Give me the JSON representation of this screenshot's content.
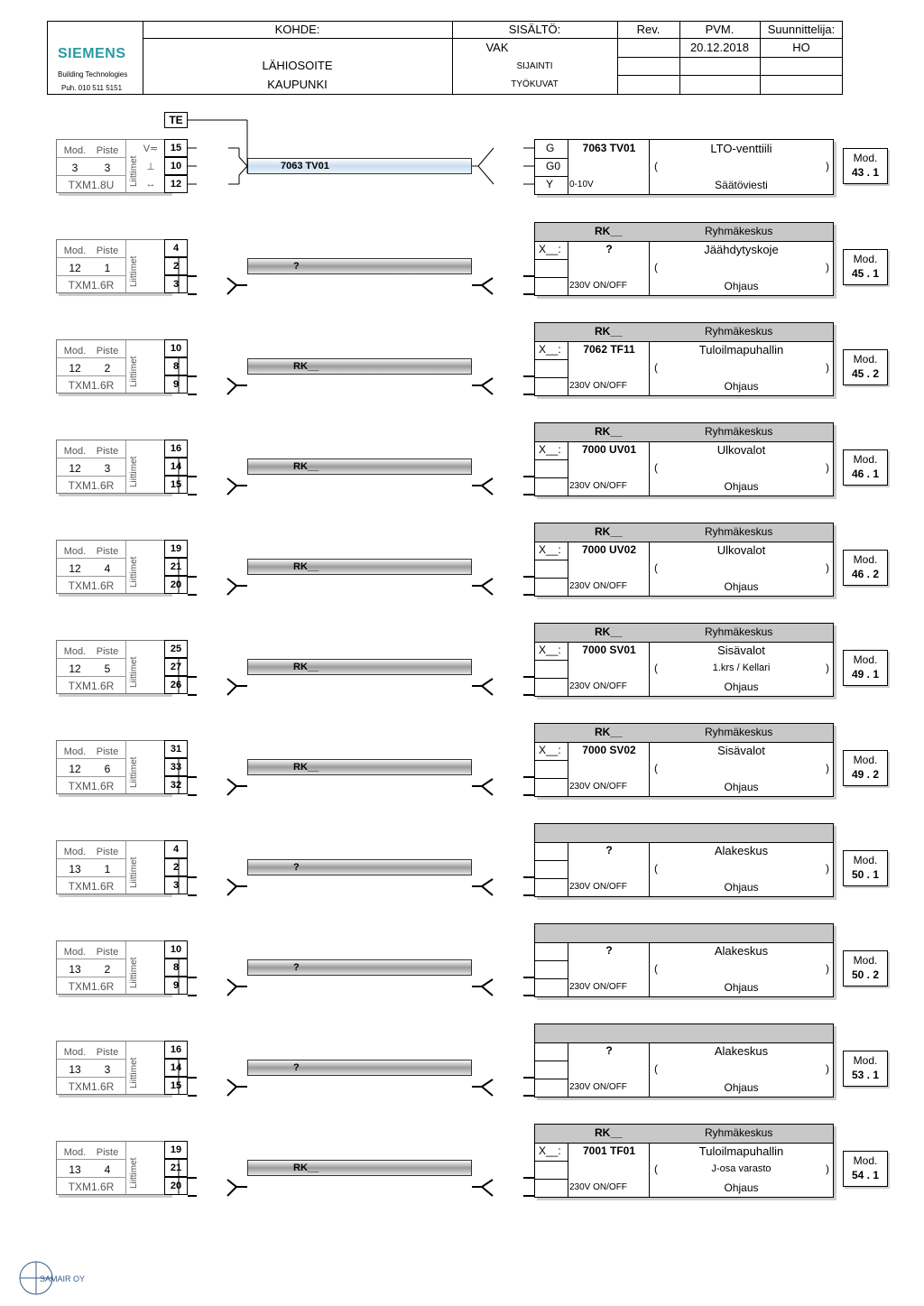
{
  "title_block": {
    "logo": "SIEMENS",
    "company": "Building Technologies",
    "phone": "Puh. 010 511 5151",
    "kohde_label": "KOHDE:",
    "address": "LÄHIOSOITE",
    "city": "KAUPUNKI",
    "sisalto_label": "SISÄLTÖ:",
    "system": "VAK",
    "sijainti": "SIJAINTI",
    "tyokuvat": "TYÖKUVAT",
    "rev_label": "Rev.",
    "pvm_label": "PVM.",
    "date": "20.12.2018",
    "designer_label": "Suunnittelija:",
    "designer": "HO"
  },
  "te_label": "TE",
  "labels": {
    "mod": "Mod.",
    "piste": "Piste",
    "littimet": "Liittimet",
    "rk_header": "RK__",
    "ryhmakeskus": "Ryhmäkeskus",
    "x_term": "X__:",
    "paren_open": "(",
    "paren_close": ")"
  },
  "rows": [
    {
      "mod": "3",
      "piste": "3",
      "type": "TXM1.8U",
      "terminals": [
        "15",
        "10",
        "12"
      ],
      "symbols": [
        "V≂",
        "⊥",
        "↔"
      ],
      "cable": "7063 TV01",
      "dev_header": false,
      "dev_header_left": "",
      "dev_header_right": "",
      "pins": [
        "G",
        "G0",
        "Y"
      ],
      "code": "7063 TV01",
      "name": "LTO-venttiili",
      "desc": "",
      "signal": "0-10V",
      "function": "Säätöviesti",
      "ref_mod": "Mod.",
      "ref": "43 . 1"
    },
    {
      "mod": "12",
      "piste": "1",
      "type": "TXM1.6R",
      "terminals": [
        "4",
        "2",
        "3"
      ],
      "cable": "?",
      "dev_header": true,
      "dev_header_left": "RK__",
      "dev_header_right": "Ryhmäkeskus",
      "pins": [
        "X__:",
        "",
        ""
      ],
      "code": "?",
      "name": "Jäähdytyskoje",
      "desc": "",
      "signal": "230V ON/OFF",
      "function": "Ohjaus",
      "ref_mod": "Mod.",
      "ref": "45 . 1"
    },
    {
      "mod": "12",
      "piste": "2",
      "type": "TXM1.6R",
      "terminals": [
        "10",
        "8",
        "9"
      ],
      "cable": "RK__",
      "dev_header": true,
      "dev_header_left": "RK__",
      "dev_header_right": "Ryhmäkeskus",
      "pins": [
        "X__:",
        "",
        ""
      ],
      "code": "7062 TF11",
      "name": "Tuloilmapuhallin",
      "desc": "",
      "signal": "230V ON/OFF",
      "function": "Ohjaus",
      "ref_mod": "Mod.",
      "ref": "45 . 2"
    },
    {
      "mod": "12",
      "piste": "3",
      "type": "TXM1.6R",
      "terminals": [
        "16",
        "14",
        "15"
      ],
      "cable": "RK__",
      "dev_header": true,
      "dev_header_left": "RK__",
      "dev_header_right": "Ryhmäkeskus",
      "pins": [
        "X__:",
        "",
        ""
      ],
      "code": "7000 UV01",
      "name": "Ulkovalot",
      "desc": "",
      "signal": "230V ON/OFF",
      "function": "Ohjaus",
      "ref_mod": "Mod.",
      "ref": "46 . 1"
    },
    {
      "mod": "12",
      "piste": "4",
      "type": "TXM1.6R",
      "terminals": [
        "19",
        "21",
        "20"
      ],
      "cable": "RK__",
      "dev_header": true,
      "dev_header_left": "RK__",
      "dev_header_right": "Ryhmäkeskus",
      "pins": [
        "X__:",
        "",
        ""
      ],
      "code": "7000 UV02",
      "name": "Ulkovalot",
      "desc": "",
      "signal": "230V ON/OFF",
      "function": "Ohjaus",
      "ref_mod": "Mod.",
      "ref": "46 . 2"
    },
    {
      "mod": "12",
      "piste": "5",
      "type": "TXM1.6R",
      "terminals": [
        "25",
        "27",
        "26"
      ],
      "cable": "RK__",
      "dev_header": true,
      "dev_header_left": "RK__",
      "dev_header_right": "Ryhmäkeskus",
      "pins": [
        "X__:",
        "",
        ""
      ],
      "code": "7000 SV01",
      "name": "Sisävalot",
      "desc": "1.krs / Kellari",
      "signal": "230V ON/OFF",
      "function": "Ohjaus",
      "ref_mod": "Mod.",
      "ref": "49 . 1"
    },
    {
      "mod": "12",
      "piste": "6",
      "type": "TXM1.6R",
      "terminals": [
        "31",
        "33",
        "32"
      ],
      "cable": "RK__",
      "dev_header": true,
      "dev_header_left": "RK__",
      "dev_header_right": "Ryhmäkeskus",
      "pins": [
        "X__:",
        "",
        ""
      ],
      "code": "7000 SV02",
      "name": "Sisävalot",
      "desc": "",
      "signal": "230V ON/OFF",
      "function": "Ohjaus",
      "ref_mod": "Mod.",
      "ref": "49 . 2"
    },
    {
      "mod": "13",
      "piste": "1",
      "type": "TXM1.6R",
      "terminals": [
        "4",
        "2",
        "3"
      ],
      "cable": "?",
      "dev_header": true,
      "dev_header_left": "",
      "dev_header_right": "",
      "pins": [
        "",
        "",
        ""
      ],
      "code": "?",
      "name": "Alakeskus",
      "desc": "",
      "signal": "230V ON/OFF",
      "function": "Ohjaus",
      "ref_mod": "Mod.",
      "ref": "50 . 1"
    },
    {
      "mod": "13",
      "piste": "2",
      "type": "TXM1.6R",
      "terminals": [
        "10",
        "8",
        "9"
      ],
      "cable": "?",
      "dev_header": true,
      "dev_header_left": "",
      "dev_header_right": "",
      "pins": [
        "",
        "",
        ""
      ],
      "code": "?",
      "name": "Alakeskus",
      "desc": "",
      "signal": "230V ON/OFF",
      "function": "Ohjaus",
      "ref_mod": "Mod.",
      "ref": "50 . 2"
    },
    {
      "mod": "13",
      "piste": "3",
      "type": "TXM1.6R",
      "terminals": [
        "16",
        "14",
        "15"
      ],
      "cable": "?",
      "dev_header": true,
      "dev_header_left": "",
      "dev_header_right": "",
      "pins": [
        "",
        "",
        ""
      ],
      "code": "?",
      "name": "Alakeskus",
      "desc": "",
      "signal": "230V ON/OFF",
      "function": "Ohjaus",
      "ref_mod": "Mod.",
      "ref": "53 . 1"
    },
    {
      "mod": "13",
      "piste": "4",
      "type": "TXM1.6R",
      "terminals": [
        "19",
        "21",
        "20"
      ],
      "cable": "RK__",
      "dev_header": true,
      "dev_header_left": "RK__",
      "dev_header_right": "Ryhmäkeskus",
      "pins": [
        "X__:",
        "",
        ""
      ],
      "code": "7001 TF01",
      "name": "Tuloilmapuhallin",
      "desc": "J-osa varasto",
      "signal": "230V ON/OFF",
      "function": "Ohjaus",
      "ref_mod": "Mod.",
      "ref": "54 . 1"
    }
  ],
  "stamp": "SAMAIR OY"
}
